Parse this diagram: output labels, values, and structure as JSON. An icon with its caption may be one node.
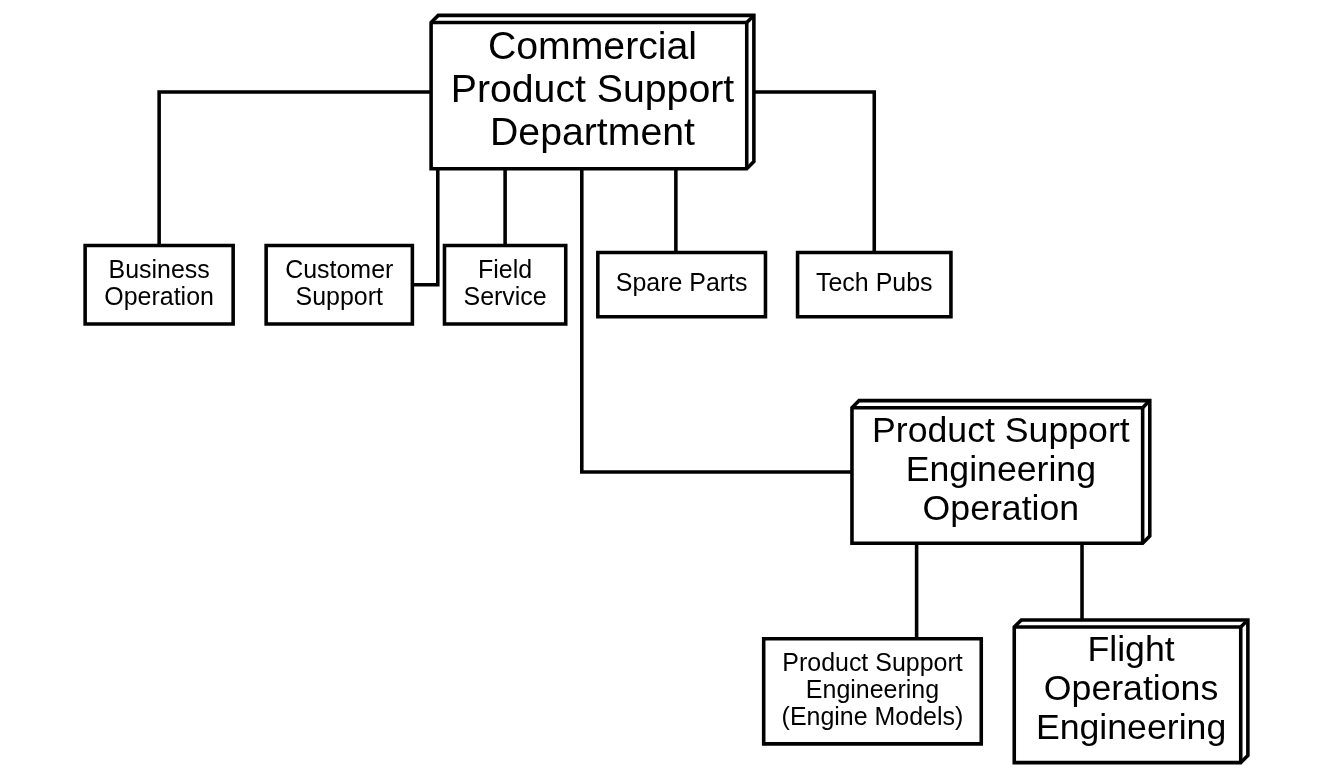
{
  "diagram": {
    "nodes": [
      {
        "text": [
          "Commercial Product Support Department"
        ]
      },
      {
        "text": [
          "Business Operation"
        ]
      },
      {
        "text": [
          "Customer Support"
        ]
      },
      {
        "text": [
          "Field Service"
        ]
      },
      {
        "text": [
          "Spare Parts"
        ]
      },
      {
        "text": [
          "Tech Pubs"
        ]
      },
      {
        "text": [
          "Product Support Engineering Operation"
        ]
      },
      {
        "text": [
          "Product Support Engineering (Engine Models)"
        ]
      },
      {
        "text": [
          "Flight Operations Engineering"
        ]
      }
    ],
    "edges": [
      {
        "from": 0,
        "to": 1,
        "arrow": "none"
      },
      {
        "from": 0,
        "to": 2,
        "arrow": "none"
      },
      {
        "from": 0,
        "to": 3,
        "arrow": "none"
      },
      {
        "from": 0,
        "to": 4,
        "arrow": "none"
      },
      {
        "from": 0,
        "to": 5,
        "arrow": "none"
      },
      {
        "from": 0,
        "to": 6,
        "arrow": "none"
      },
      {
        "from": 6,
        "to": 7,
        "arrow": "none"
      },
      {
        "from": 6,
        "to": 8,
        "arrow": "none"
      }
    ]
  }
}
